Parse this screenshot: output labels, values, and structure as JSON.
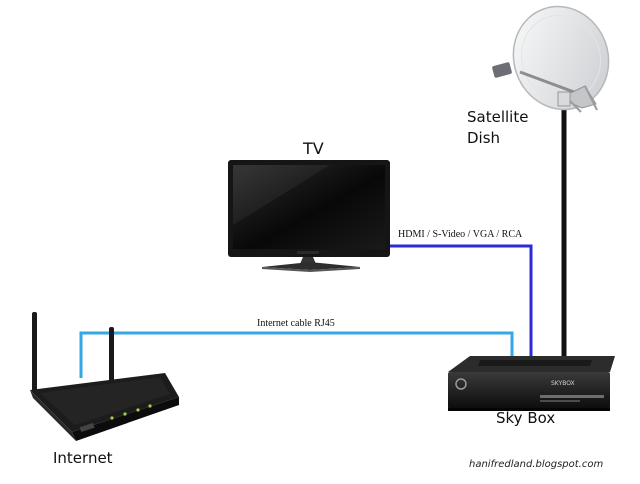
{
  "labels": {
    "tv": "TV",
    "satellite_line1": "Satellite",
    "satellite_line2": "Dish",
    "sky_box": "Sky Box",
    "internet": "Internet",
    "hdmi_cable": "HDMI / S-Video / VGA / RCA",
    "internet_cable": "Internet cable RJ45",
    "credit": "hanifredland.blogspot.com"
  },
  "device_text": {
    "skybox_brand": "SKYBOX"
  },
  "colors": {
    "video_cable": "#2a2ad8",
    "internet_cable": "#35a7e6",
    "satellite_cable": "#111111",
    "device_body": "#161616",
    "background": "#ffffff"
  },
  "icons": {
    "tv": "flat-screen-tv-icon",
    "router": "wifi-router-icon",
    "satellite": "satellite-dish-icon",
    "receiver": "set-top-box-icon"
  }
}
